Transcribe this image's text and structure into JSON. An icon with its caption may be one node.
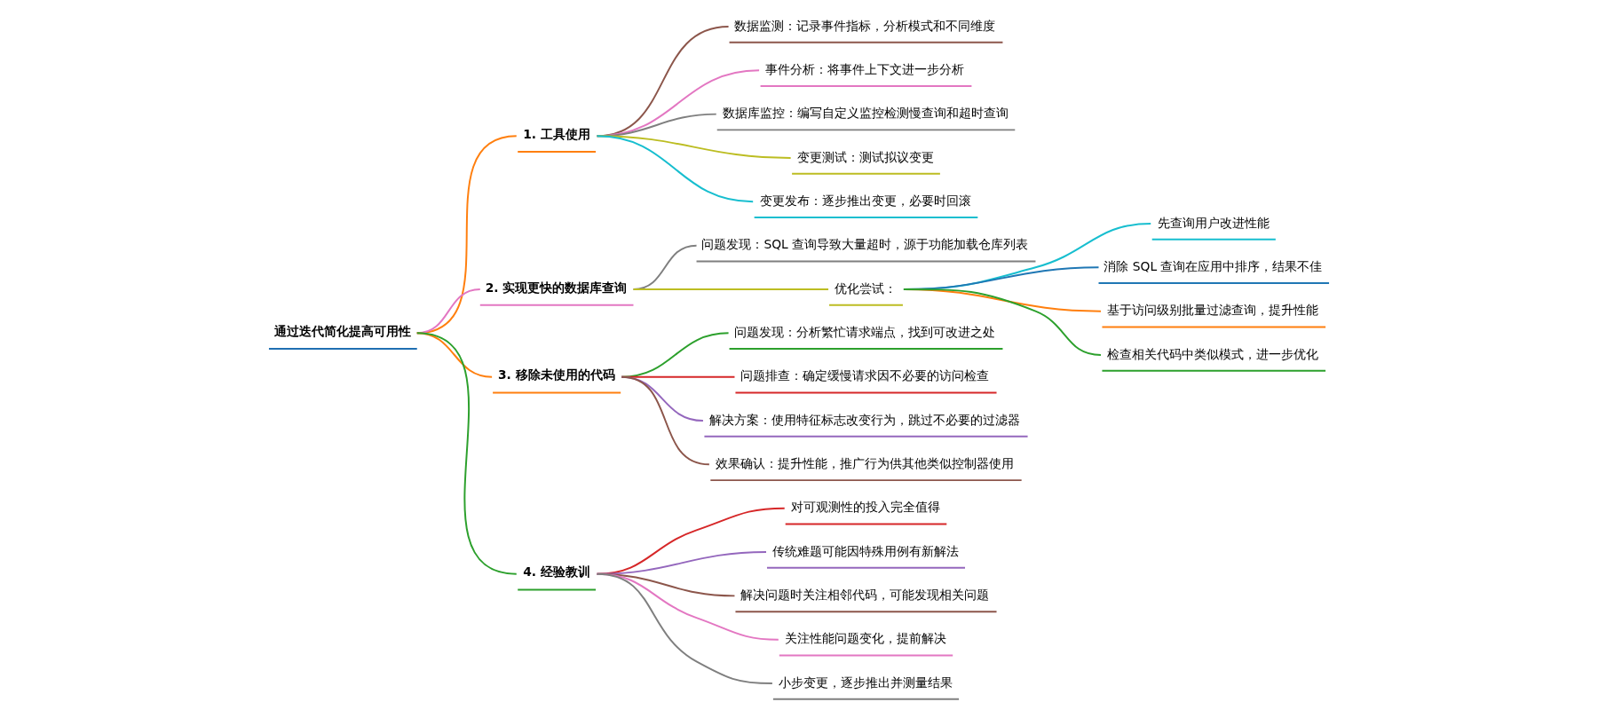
{
  "diagram": {
    "nodes": [
      {
        "text": [
          "通过迭代简化提高可用性"
        ]
      },
      {
        "text": [
          "1. 工具使用"
        ]
      },
      {
        "text": [
          "数据监测：记录事件指标，分析模式和不同维度"
        ]
      },
      {
        "text": [
          "事件分析：将事件上下文进一步分析"
        ]
      },
      {
        "text": [
          "数据库监控：编写自定义监控检测慢查询和超时查询"
        ]
      },
      {
        "text": [
          "变更测试：测试拟议变更"
        ]
      },
      {
        "text": [
          "变更发布：逐步推出变更，必要时回滚"
        ]
      },
      {
        "text": [
          "2. 实现更快的数据库查询"
        ]
      },
      {
        "text": [
          "问题发现：SQL 查询导致大量超时，源于功能加载仓库列表"
        ]
      },
      {
        "text": [
          "优化尝试："
        ]
      },
      {
        "text": [
          "先查询用户改进性能"
        ]
      },
      {
        "text": [
          "消除 SQL 查询在应用中排序，结果不佳"
        ]
      },
      {
        "text": [
          "基于访问级别批量过滤查询，提升性能"
        ]
      },
      {
        "text": [
          "检查相关代码中类似模式，进一步优化"
        ]
      },
      {
        "text": [
          "3. 移除未使用的代码"
        ]
      },
      {
        "text": [
          "问题发现：分析繁忙请求端点，找到可改进之处"
        ]
      },
      {
        "text": [
          "问题排查：确定缓慢请求因不必要的访问检查"
        ]
      },
      {
        "text": [
          "解决方案：使用特征标志改变行为，跳过不必要的过滤器"
        ]
      },
      {
        "text": [
          "效果确认：提升性能，推广行为供其他类似控制器使用"
        ]
      },
      {
        "text": [
          "4. 经验教训"
        ]
      },
      {
        "text": [
          "对可观测性的投入完全值得"
        ]
      },
      {
        "text": [
          "传统难题可能因特殊用例有新解法"
        ]
      },
      {
        "text": [
          "解决问题时关注相邻代码，可能发现相关问题"
        ]
      },
      {
        "text": [
          "关注性能问题变化，提前解决"
        ]
      },
      {
        "text": [
          "小步变更，逐步推出并测量结果"
        ]
      }
    ],
    "edges": [
      {
        "from": 0,
        "to": 1,
        "arrow": "none",
        "color": "#ff7f0e"
      },
      {
        "from": 1,
        "to": 2,
        "arrow": "none",
        "color": "#8c564b"
      },
      {
        "from": 1,
        "to": 3,
        "arrow": "none",
        "color": "#e377c2"
      },
      {
        "from": 1,
        "to": 4,
        "arrow": "none",
        "color": "#7f7f7f"
      },
      {
        "from": 1,
        "to": 5,
        "arrow": "none",
        "color": "#bcbd22"
      },
      {
        "from": 1,
        "to": 6,
        "arrow": "none",
        "color": "#17becf"
      },
      {
        "from": 0,
        "to": 7,
        "arrow": "none",
        "color": "#e377c2"
      },
      {
        "from": 7,
        "to": 8,
        "arrow": "none",
        "color": "#7f7f7f"
      },
      {
        "from": 7,
        "to": 9,
        "arrow": "none",
        "color": "#bcbd22"
      },
      {
        "from": 9,
        "to": 10,
        "arrow": "none",
        "color": "#17becf"
      },
      {
        "from": 9,
        "to": 11,
        "arrow": "none",
        "color": "#1f77b4"
      },
      {
        "from": 9,
        "to": 12,
        "arrow": "none",
        "color": "#ff7f0e"
      },
      {
        "from": 9,
        "to": 13,
        "arrow": "none",
        "color": "#2ca02c"
      },
      {
        "from": 0,
        "to": 14,
        "arrow": "none",
        "color": "#ff7f0e"
      },
      {
        "from": 14,
        "to": 15,
        "arrow": "none",
        "color": "#2ca02c"
      },
      {
        "from": 14,
        "to": 16,
        "arrow": "none",
        "color": "#d62728"
      },
      {
        "from": 14,
        "to": 17,
        "arrow": "none",
        "color": "#9467bd"
      },
      {
        "from": 14,
        "to": 18,
        "arrow": "none",
        "color": "#8c564b"
      },
      {
        "from": 0,
        "to": 19,
        "arrow": "none",
        "color": "#2ca02c"
      },
      {
        "from": 19,
        "to": 20,
        "arrow": "none",
        "color": "#d62728"
      },
      {
        "from": 19,
        "to": 21,
        "arrow": "none",
        "color": "#9467bd"
      },
      {
        "from": 19,
        "to": 22,
        "arrow": "none",
        "color": "#8c564b"
      },
      {
        "from": 19,
        "to": 23,
        "arrow": "none",
        "color": "#e377c2"
      },
      {
        "from": 19,
        "to": 24,
        "arrow": "none",
        "color": "#7f7f7f"
      }
    ]
  }
}
